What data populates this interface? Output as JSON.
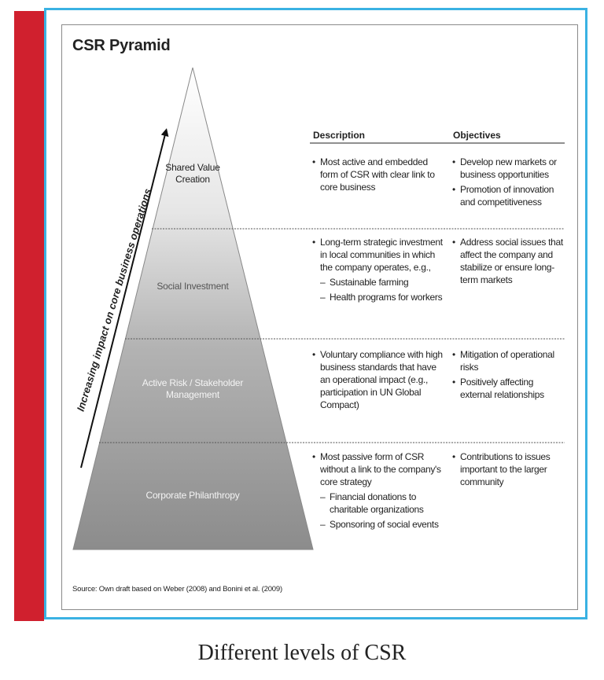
{
  "title": "CSR Pyramid",
  "arrow_label": "Increasing impact on core business operations",
  "column_headers": {
    "description": "Description",
    "objectives": "Objectives"
  },
  "layers": [
    {
      "name": "Shared Value Creation",
      "description": [
        {
          "kind": "bullet",
          "text": "Most active and embedded"
        },
        {
          "kind": "cont",
          "text": "form of CSR with clear link to"
        },
        {
          "kind": "cont",
          "text": "core business"
        }
      ],
      "objectives": [
        {
          "kind": "bullet",
          "text": "Develop new markets or"
        },
        {
          "kind": "cont",
          "text": "business opportunities"
        },
        {
          "kind": "bullet",
          "text": "Promotion of innovation"
        },
        {
          "kind": "cont",
          "text": "and competitiveness"
        }
      ]
    },
    {
      "name": "Social Investment",
      "description": [
        {
          "kind": "bullet",
          "text": "Long-term strategic investment"
        },
        {
          "kind": "cont",
          "text": "in local communities in which"
        },
        {
          "kind": "cont",
          "text": "the company operates, e.g.,"
        },
        {
          "kind": "dash",
          "text": "Sustainable farming"
        },
        {
          "kind": "dash",
          "text": "Health programs for workers"
        }
      ],
      "objectives": [
        {
          "kind": "bullet",
          "text": "Address social issues that"
        },
        {
          "kind": "cont",
          "text": "affect the company and"
        },
        {
          "kind": "cont",
          "text": "stabilize or ensure long-"
        },
        {
          "kind": "cont",
          "text": "term markets"
        }
      ]
    },
    {
      "name": "Active Risk / Stakeholder Management",
      "description": [
        {
          "kind": "bullet",
          "text": "Voluntary compliance with high"
        },
        {
          "kind": "cont",
          "text": "business standards that have"
        },
        {
          "kind": "cont",
          "text": "an operational impact (e.g.,"
        },
        {
          "kind": "cont",
          "text": "participation in UN Global"
        },
        {
          "kind": "cont",
          "text": "Compact)"
        }
      ],
      "objectives": [
        {
          "kind": "bullet",
          "text": "Mitigation of operational"
        },
        {
          "kind": "cont",
          "text": "risks"
        },
        {
          "kind": "bullet",
          "text": "Positively affecting"
        },
        {
          "kind": "cont",
          "text": "external relationships"
        }
      ]
    },
    {
      "name": "Corporate Philanthropy",
      "description": [
        {
          "kind": "bullet",
          "text": "Most passive form of CSR"
        },
        {
          "kind": "cont",
          "text": "without a link to the company's"
        },
        {
          "kind": "cont",
          "text": "core strategy"
        },
        {
          "kind": "dash",
          "text": "Financial donations to"
        },
        {
          "kind": "dashcont",
          "text": "charitable organizations"
        },
        {
          "kind": "dash",
          "text": "Sponsoring of social events"
        }
      ],
      "objectives": [
        {
          "kind": "bullet",
          "text": "Contributions to issues"
        },
        {
          "kind": "cont",
          "text": "important to the larger"
        },
        {
          "kind": "cont",
          "text": "community"
        }
      ]
    }
  ],
  "source": "Source: Own draft based on Weber (2008) and Bonini et al. (2009)",
  "caption": "Different levels of CSR",
  "colors": {
    "accent_red": "#d0202e",
    "frame_blue": "#3ab2e3"
  }
}
